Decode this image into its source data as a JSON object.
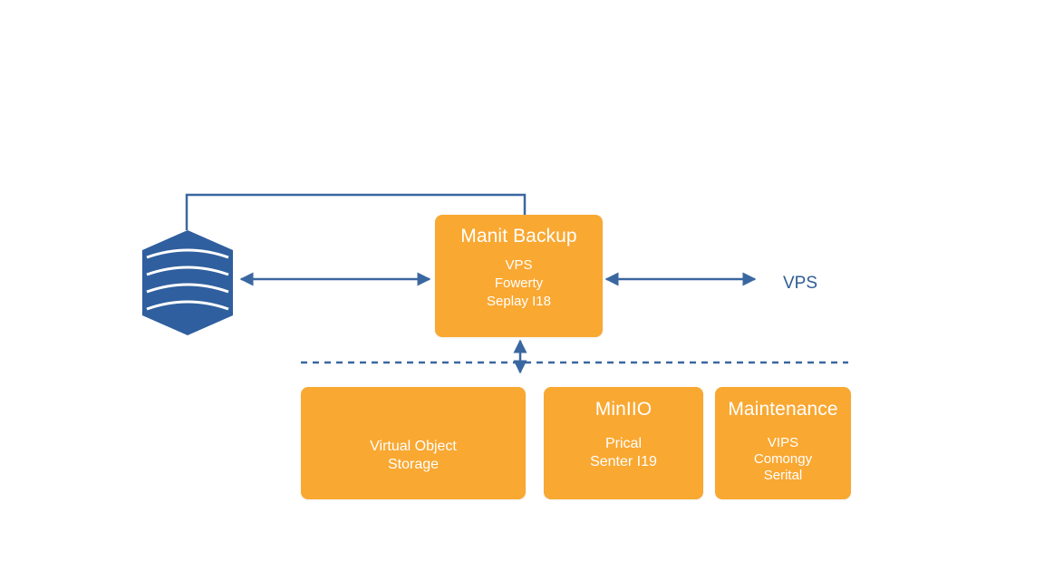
{
  "diagram": {
    "colors": {
      "box": "#f9a832",
      "line": "#3a67a0",
      "database": "#2f5f9e"
    },
    "database": {
      "icon": "database-icon"
    },
    "backup_box": {
      "title": "Manit Backup",
      "lines": [
        "VPS",
        "Fowerty",
        "Seplay I18"
      ]
    },
    "storage_box": {
      "lines": [
        "Virtual Object",
        "Storage"
      ]
    },
    "minio_box": {
      "title": "MinIIO",
      "lines": [
        "Prical",
        "Senter I19"
      ]
    },
    "maintenance_box": {
      "title": "Maintenance",
      "lines": [
        "VIPS",
        "Comongy",
        "Serital"
      ]
    },
    "vps_label": "VPS"
  }
}
